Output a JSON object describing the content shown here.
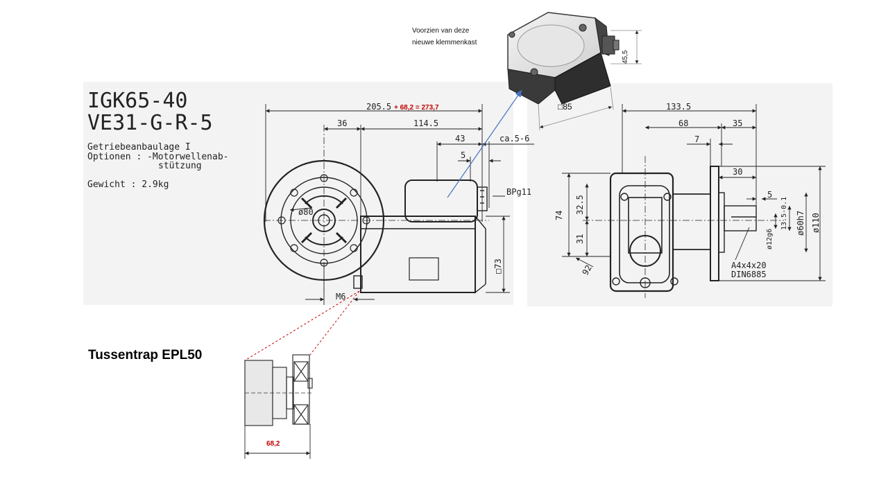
{
  "drawing": {
    "title_line1": "IGK65-40",
    "title_line2": "VE31-G-R-5",
    "spec_line1": "Getriebeanbaulage I",
    "spec_line2": "Optionen : -Motorwellenab-",
    "spec_line3": "stützung",
    "spec_line4": "Gewicht  :  2.9kg"
  },
  "side_view": {
    "overall_length": "205.5",
    "length_addition": "+ 68,2 = 273,7",
    "dim_36": "36",
    "dim_114_5": "114.5",
    "dim_43": "43",
    "dim_ca5_6": "ca.5-6",
    "dim_5": "5",
    "gland_label": "BPg11",
    "dia_80": "ø80",
    "square_73": "□73",
    "thread_m6": "M6"
  },
  "end_view": {
    "dim_133_5": "133.5",
    "dim_68": "68",
    "dim_35": "35",
    "dim_7": "7",
    "dim_30": "30",
    "dim_5": "5",
    "dim_74": "74",
    "dim_32_5": "32.5",
    "dim_31": "31",
    "dim_92": "92",
    "dia_110": "ø110",
    "dia_60": "ø60h7",
    "dim_13_5": "13.5-0.1",
    "dia_12": "ø12g6",
    "key_line1": "A4x4x20",
    "key_line2": "DIN6885"
  },
  "terminal_box": {
    "note_line1": "Voorzien van deze",
    "note_line2": "nieuwe klemmenkast",
    "height_label": "45,5",
    "width_label": "□85"
  },
  "intermediate_stage": {
    "heading": "Tussentrap EPL50",
    "length_label": "68,2"
  },
  "colors": {
    "annotation_red": "#c00000",
    "arrow_blue": "#4472c4",
    "line_dark": "#222222"
  }
}
